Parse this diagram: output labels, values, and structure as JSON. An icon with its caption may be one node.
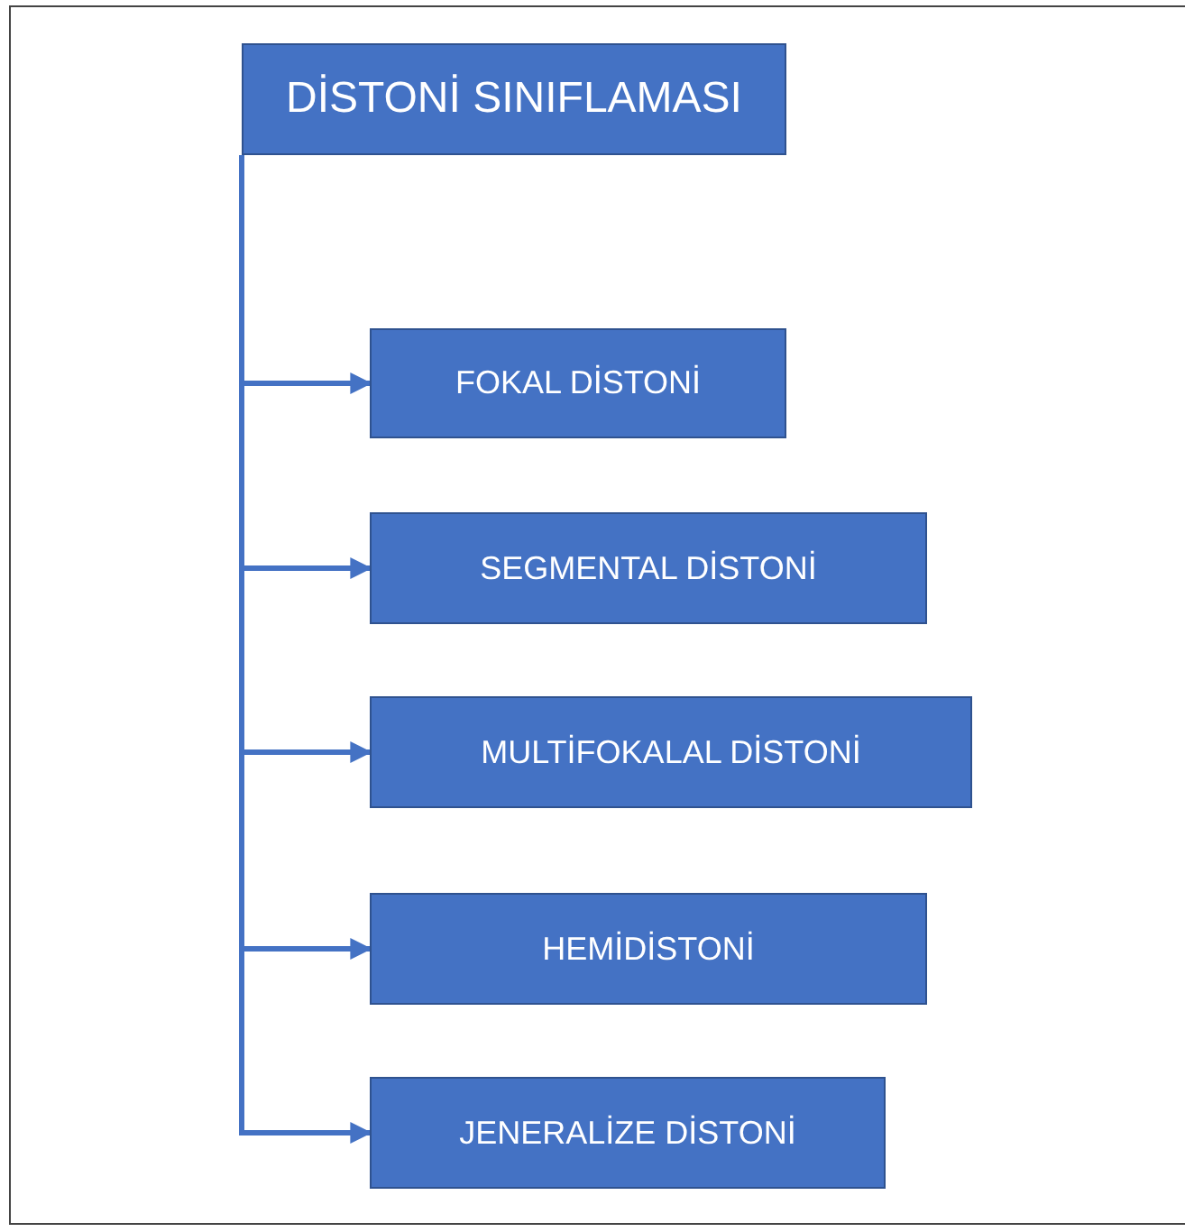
{
  "diagram": {
    "nodes": [
      {
        "text": [
          "DİSTONİ SINIFLAMASI"
        ]
      },
      {
        "text": [
          "FOKAL DİSTONİ"
        ]
      },
      {
        "text": [
          "SEGMENTAL DİSTONİ"
        ]
      },
      {
        "text": [
          "MULTİFOKALAL DİSTONİ"
        ]
      },
      {
        "text": [
          "HEMİDİSTONİ"
        ]
      },
      {
        "text": [
          "JENERALİZE DİSTONİ"
        ]
      }
    ],
    "edges": [
      {
        "from": 0,
        "to": 1,
        "arrow": "to"
      },
      {
        "from": 0,
        "to": 2,
        "arrow": "to"
      },
      {
        "from": 0,
        "to": 3,
        "arrow": "to"
      },
      {
        "from": 0,
        "to": 4,
        "arrow": "to"
      },
      {
        "from": 0,
        "to": 5,
        "arrow": "to"
      }
    ]
  }
}
